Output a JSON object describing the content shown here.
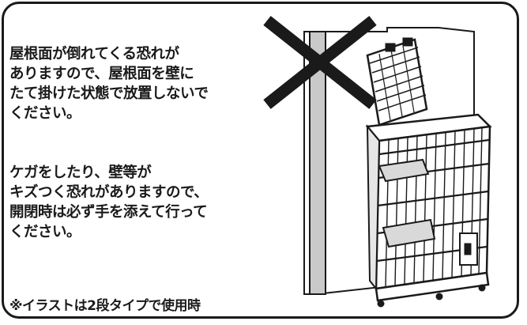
{
  "warning_1": {
    "text": "屋根面が倒れてくる恐れが\nありますので、屋根面を壁に\nたて掛けた状態で放置しないで\nください。"
  },
  "warning_2": {
    "text": "ケガをしたり、壁等が\nキズつく恐れがありますので、\n開閉時は必ず手を添えて行って\nください。"
  },
  "footnote": {
    "text": "※イラストは2段タイプで使用時"
  },
  "illustration": {
    "icon": "cross-mark-icon",
    "subject": "cage-with-roof-leaning-on-wall",
    "accent_color": "#1a1a1a",
    "wall_color": "#c9c9c9"
  }
}
